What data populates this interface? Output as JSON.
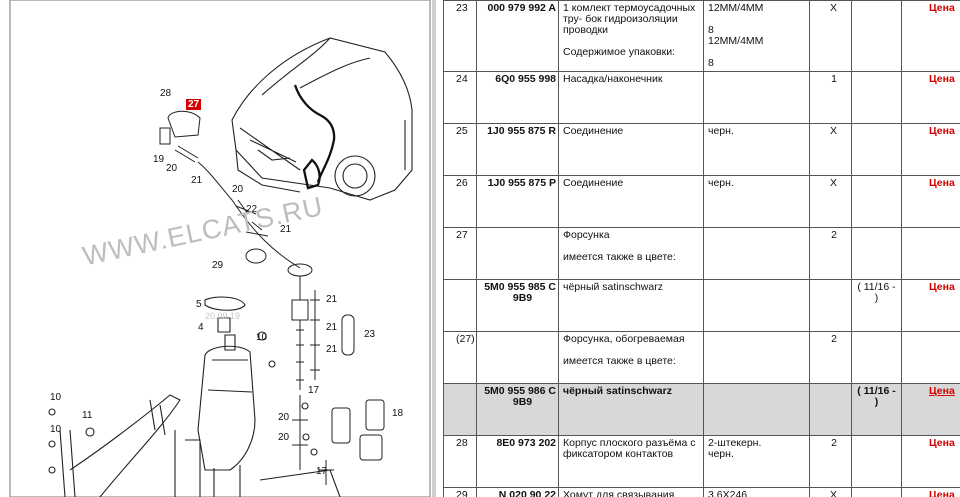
{
  "diagram": {
    "watermark": "WWW.ELCATS.RU",
    "watermark_date": "20.09.19",
    "callouts": [
      "28",
      "27",
      "19",
      "20",
      "21",
      "20",
      "22",
      "21",
      "29",
      "4",
      "5",
      "21",
      "21",
      "21",
      "10",
      "23",
      "17",
      "20",
      "20",
      "17",
      "18",
      "10",
      "11",
      "10"
    ]
  },
  "parts": [
    {
      "pos": "23",
      "pn": "000 979 992 A",
      "pn2": "",
      "desc": [
        "1 комлект термоусадочных тру- бок гидроизоляции проводки",
        "",
        "Содержимое упаковки:"
      ],
      "note": [
        "12MM/4MM",
        "",
        "8",
        "12MM/4MM",
        "",
        "8"
      ],
      "qty": "X",
      "date": "",
      "price": "Цена",
      "selected": false
    },
    {
      "pos": "24",
      "pn": "6Q0 955 998",
      "pn2": "",
      "desc": [
        "Насадка/наконечник"
      ],
      "note": [],
      "qty": "1",
      "date": "",
      "price": "Цена",
      "selected": false
    },
    {
      "pos": "25",
      "pn": "1J0 955 875 R",
      "pn2": "",
      "desc": [
        "Соединение"
      ],
      "note": [
        "черн."
      ],
      "qty": "X",
      "date": "",
      "price": "Цена",
      "selected": false
    },
    {
      "pos": "26",
      "pn": "1J0 955 875 P",
      "pn2": "",
      "desc": [
        "Соединение"
      ],
      "note": [
        "черн."
      ],
      "qty": "X",
      "date": "",
      "price": "Цена",
      "selected": false
    },
    {
      "pos": "27",
      "pn": "",
      "pn2": "",
      "desc": [
        "Форсунка",
        "",
        "имеется также в цвете:"
      ],
      "note": [],
      "qty": "2",
      "date": "",
      "price": "",
      "selected": false
    },
    {
      "pos": "",
      "pn": "5M0 955 985 C",
      "pn2": "9B9",
      "desc": [
        "чёрный satinschwarz"
      ],
      "note": [],
      "qty": "",
      "date": "( 11/16 - )",
      "price": "Цена",
      "selected": false
    },
    {
      "pos": "(27)",
      "pn": "",
      "pn2": "",
      "desc": [
        "Форсунка, обогреваемая",
        "",
        "имеется также в цвете:"
      ],
      "note": [],
      "qty": "2",
      "date": "",
      "price": "",
      "selected": false
    },
    {
      "pos": "",
      "pn": "5M0 955 986 C",
      "pn2": "9B9",
      "desc": [
        "чёрный satinschwarz"
      ],
      "note": [],
      "qty": "",
      "date": "( 11/16 - )",
      "price": "Цена",
      "selected": true
    },
    {
      "pos": "28",
      "pn": "8E0 973 202",
      "pn2": "",
      "desc": [
        "Корпус плоского разъёма с фиксатором контактов"
      ],
      "note": [
        "2-штекерн.",
        "черн."
      ],
      "qty": "2",
      "date": "",
      "price": "Цена",
      "selected": false
    },
    {
      "pos": "29",
      "pn": "N 020 90 22",
      "pn2": "",
      "desc": [
        "Хомут для связывания"
      ],
      "note": [
        "3,6X246"
      ],
      "qty": "X",
      "date": "",
      "price": "Цена",
      "selected": false
    }
  ]
}
